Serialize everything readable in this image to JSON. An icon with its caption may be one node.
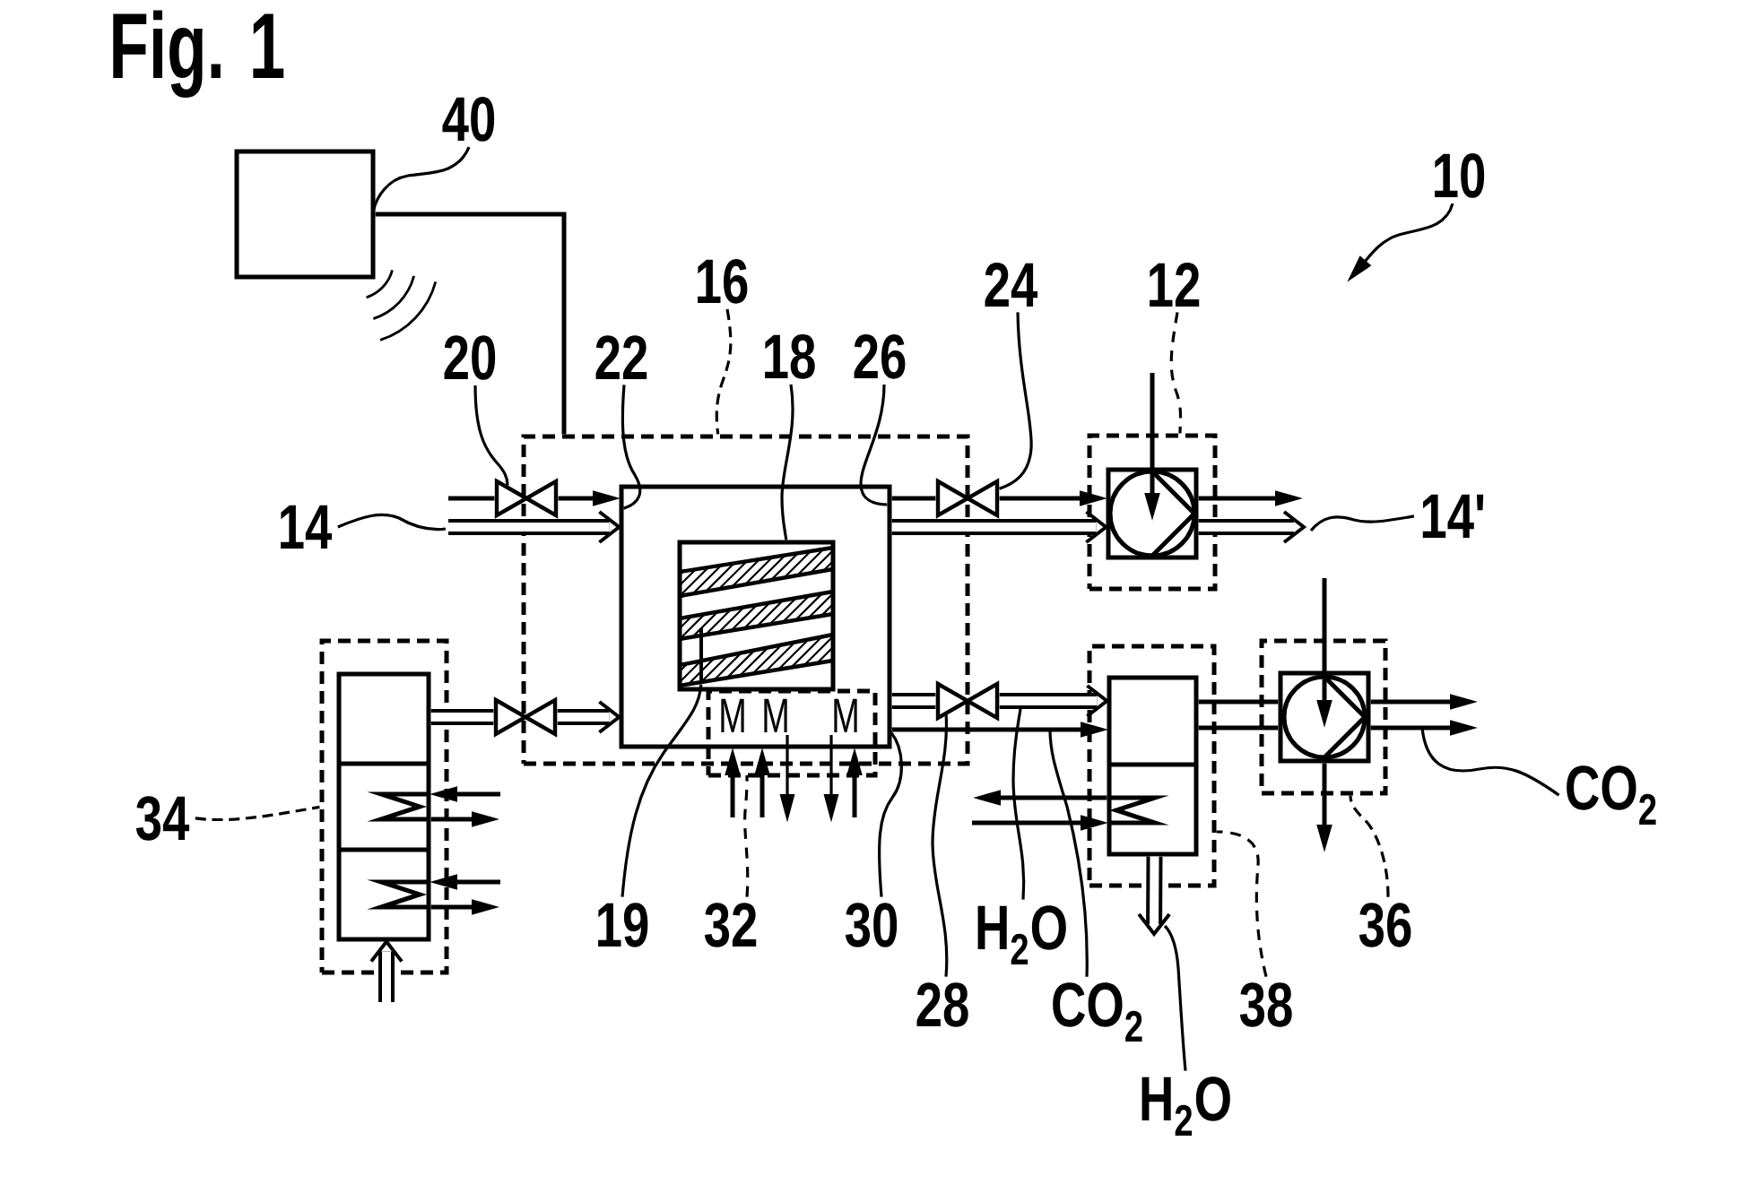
{
  "diagram": {
    "title": "Fig. 1",
    "nodes": [
      {
        "text": [
          "40"
        ]
      },
      {
        "text": [],
        "shape": "box"
      },
      {
        "text": [
          "10"
        ]
      },
      {
        "text": [
          "16"
        ]
      },
      {
        "text": [
          "24"
        ]
      },
      {
        "text": [
          "12"
        ]
      },
      {
        "text": [
          "18"
        ]
      },
      {
        "text": [
          "26"
        ]
      },
      {
        "text": [
          "20"
        ]
      },
      {
        "text": [
          "22"
        ]
      },
      {
        "text": [],
        "shape": "box"
      },
      {
        "text": [],
        "shape": "box",
        "in": 10
      },
      {
        "text": [],
        "shape": "box",
        "in": 11
      },
      {
        "text": [],
        "shape": "bar",
        "in": 12
      },
      {
        "text": [],
        "shape": "box"
      },
      {
        "text": [],
        "shape": "box",
        "in": 14
      },
      {
        "text": [],
        "shape": "bowtie"
      },
      {
        "text": [],
        "shape": "bowtie"
      },
      {
        "text": [
          "14"
        ]
      },
      {
        "text": [
          "14'"
        ]
      },
      {
        "text": [],
        "shape": "box"
      },
      {
        "text": [],
        "shape": "box",
        "in": 20
      },
      {
        "text": [],
        "shape": "box"
      },
      {
        "text": [],
        "shape": "box",
        "in": 22
      },
      {
        "text": [],
        "shape": "box"
      },
      {
        "text": [],
        "shape": "box",
        "in": 24
      },
      {
        "text": [],
        "shape": "bowtie"
      },
      {
        "text": [],
        "shape": "bowtie"
      },
      {
        "text": [
          "M",
          "M",
          "M"
        ]
      },
      {
        "text": [
          "CO$_{2}$"
        ]
      },
      {
        "text": [
          "34"
        ]
      },
      {
        "text": [
          "19"
        ]
      },
      {
        "text": [
          "32"
        ]
      },
      {
        "text": [
          "30"
        ]
      },
      {
        "text": [
          "36"
        ]
      },
      {
        "text": [
          "H$_{2}$O"
        ]
      },
      {
        "text": [
          "28"
        ]
      },
      {
        "text": [
          "CO$_{2}$"
        ]
      },
      {
        "text": [
          "38"
        ]
      },
      {
        "text": [
          "H$_{2}$O"
        ]
      }
    ],
    "edges": [
      {
        "from": 0,
        "to": 1,
        "arrow": "none"
      },
      {
        "from": 2,
        "to": null,
        "arrow": "to"
      },
      {
        "from": 3,
        "to": 10,
        "arrow": "none",
        "style": "dashed"
      },
      {
        "from": 4,
        "to": 17,
        "arrow": "none"
      },
      {
        "from": 5,
        "to": 14,
        "arrow": "none",
        "style": "dashed"
      },
      {
        "from": 6,
        "to": 12,
        "arrow": "none"
      },
      {
        "from": 7,
        "to": 11,
        "arrow": "none"
      },
      {
        "from": 8,
        "to": 16,
        "arrow": "none"
      },
      {
        "from": 9,
        "to": 11,
        "arrow": "none"
      },
      {
        "from": 18,
        "to": null,
        "arrow": "none"
      },
      {
        "from": 19,
        "to": null,
        "arrow": "none"
      },
      {
        "from": 30,
        "to": 20,
        "arrow": "none",
        "style": "dashed"
      },
      {
        "from": 31,
        "to": 13,
        "arrow": "none"
      },
      {
        "from": 32,
        "to": 28,
        "arrow": "none",
        "style": "dashed"
      },
      {
        "from": 33,
        "to": 11,
        "arrow": "none"
      },
      {
        "from": 34,
        "to": 24,
        "arrow": "none",
        "style": "dashed"
      },
      {
        "from": 35,
        "to": null,
        "arrow": "none"
      },
      {
        "from": 36,
        "to": 27,
        "arrow": "none"
      },
      {
        "from": 37,
        "to": null,
        "arrow": "none"
      },
      {
        "from": 38,
        "to": 22,
        "arrow": "none",
        "style": "dashed"
      },
      {
        "from": 29,
        "to": null,
        "arrow": "none"
      },
      {
        "from": 39,
        "to": null,
        "arrow": "none"
      },
      {
        "from": 1,
        "to": 10,
        "arrow": "none"
      },
      {
        "from": null,
        "to": 16,
        "arrow": "none"
      },
      {
        "from": 16,
        "to": 11,
        "arrow": "to"
      },
      {
        "from": null,
        "to": 11,
        "arrow": "to",
        "style": "thick"
      },
      {
        "from": 11,
        "to": 17,
        "arrow": "none"
      },
      {
        "from": 17,
        "to": 15,
        "arrow": "to"
      },
      {
        "from": 11,
        "to": 15,
        "arrow": "to",
        "style": "thick"
      },
      {
        "from": 15,
        "to": null,
        "arrow": "to"
      },
      {
        "from": 15,
        "to": null,
        "arrow": "to",
        "style": "thick"
      },
      {
        "from": 21,
        "to": 26,
        "arrow": "none",
        "style": "thick"
      },
      {
        "from": 26,
        "to": 11,
        "arrow": "to",
        "style": "thick"
      },
      {
        "from": null,
        "to": 21,
        "arrow": "to",
        "style": "thick"
      },
      {
        "from": null,
        "to": 21,
        "arrow": "to"
      },
      {
        "from": 21,
        "to": null,
        "arrow": "to"
      },
      {
        "from": null,
        "to": 21,
        "arrow": "to"
      },
      {
        "from": 21,
        "to": null,
        "arrow": "to"
      },
      {
        "from": null,
        "to": 28,
        "arrow": "to"
      },
      {
        "from": null,
        "to": 28,
        "arrow": "to"
      },
      {
        "from": 28,
        "to": null,
        "arrow": "to"
      },
      {
        "from": 28,
        "to": null,
        "arrow": "to"
      },
      {
        "from": null,
        "to": 28,
        "arrow": "to"
      },
      {
        "from": 11,
        "to": 27,
        "arrow": "none",
        "style": "thick"
      },
      {
        "from": 27,
        "to": 23,
        "arrow": "to",
        "style": "thick"
      },
      {
        "from": 11,
        "to": 23,
        "arrow": "to"
      },
      {
        "from": 23,
        "to": null,
        "arrow": "to"
      },
      {
        "from": null,
        "to": 23,
        "arrow": "to"
      },
      {
        "from": 23,
        "to": null,
        "arrow": "to",
        "style": "thick"
      },
      {
        "from": 23,
        "to": 25,
        "arrow": "none"
      },
      {
        "from": 23,
        "to": 25,
        "arrow": "none"
      },
      {
        "from": 25,
        "to": null,
        "arrow": "to"
      },
      {
        "from": 25,
        "to": null,
        "arrow": "to"
      },
      {
        "from": 25,
        "to": null,
        "arrow": "to"
      },
      {
        "from": null,
        "to": 15,
        "arrow": "to"
      },
      {
        "from": null,
        "to": 25,
        "arrow": "to"
      }
    ]
  }
}
